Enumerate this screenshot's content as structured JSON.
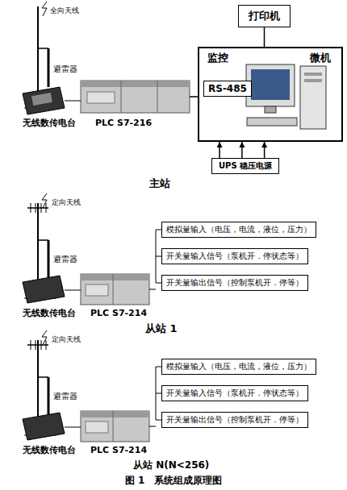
{
  "diagram": {
    "caption": "图 1　系统组成原理图",
    "nodes": [
      {
        "text": [
          "打印机"
        ]
      },
      {
        "text": [
          "监控",
          "微机"
        ]
      },
      {
        "text": [
          "RS-485"
        ],
        "in": 1
      },
      {
        "text": [
          "UPS 稳压电源"
        ]
      },
      {
        "text": [
          "模拟量输入（电压，电流，液位，压力）"
        ]
      },
      {
        "text": [
          "开关量输入信号（泵机开．停状态等）"
        ]
      },
      {
        "text": [
          "开关量输出信号（控制泵机开．停等）"
        ]
      },
      {
        "text": [
          "模拟量输入（电压，电流，液位，压力）"
        ]
      },
      {
        "text": [
          "开关量输入信号（泵机开．停状态等）"
        ]
      },
      {
        "text": [
          "开关量输出信号（控制泵机开．停等）"
        ]
      }
    ],
    "edges": [
      {
        "from": 0,
        "to": 1,
        "arrow": "none"
      },
      {
        "from": 3,
        "to": 1,
        "arrow": "to"
      }
    ],
    "labels": [
      "全向天线",
      "避雷器",
      "无线数传电台",
      "PLC S7-216",
      "主站",
      "定向天线",
      "避雷器",
      "无线数传电台",
      "PLC S7-214",
      "从站 1",
      "定向天线",
      "避雷器",
      "无线数传电台",
      "PLC S7-214",
      "从站 N(N<256)"
    ]
  }
}
